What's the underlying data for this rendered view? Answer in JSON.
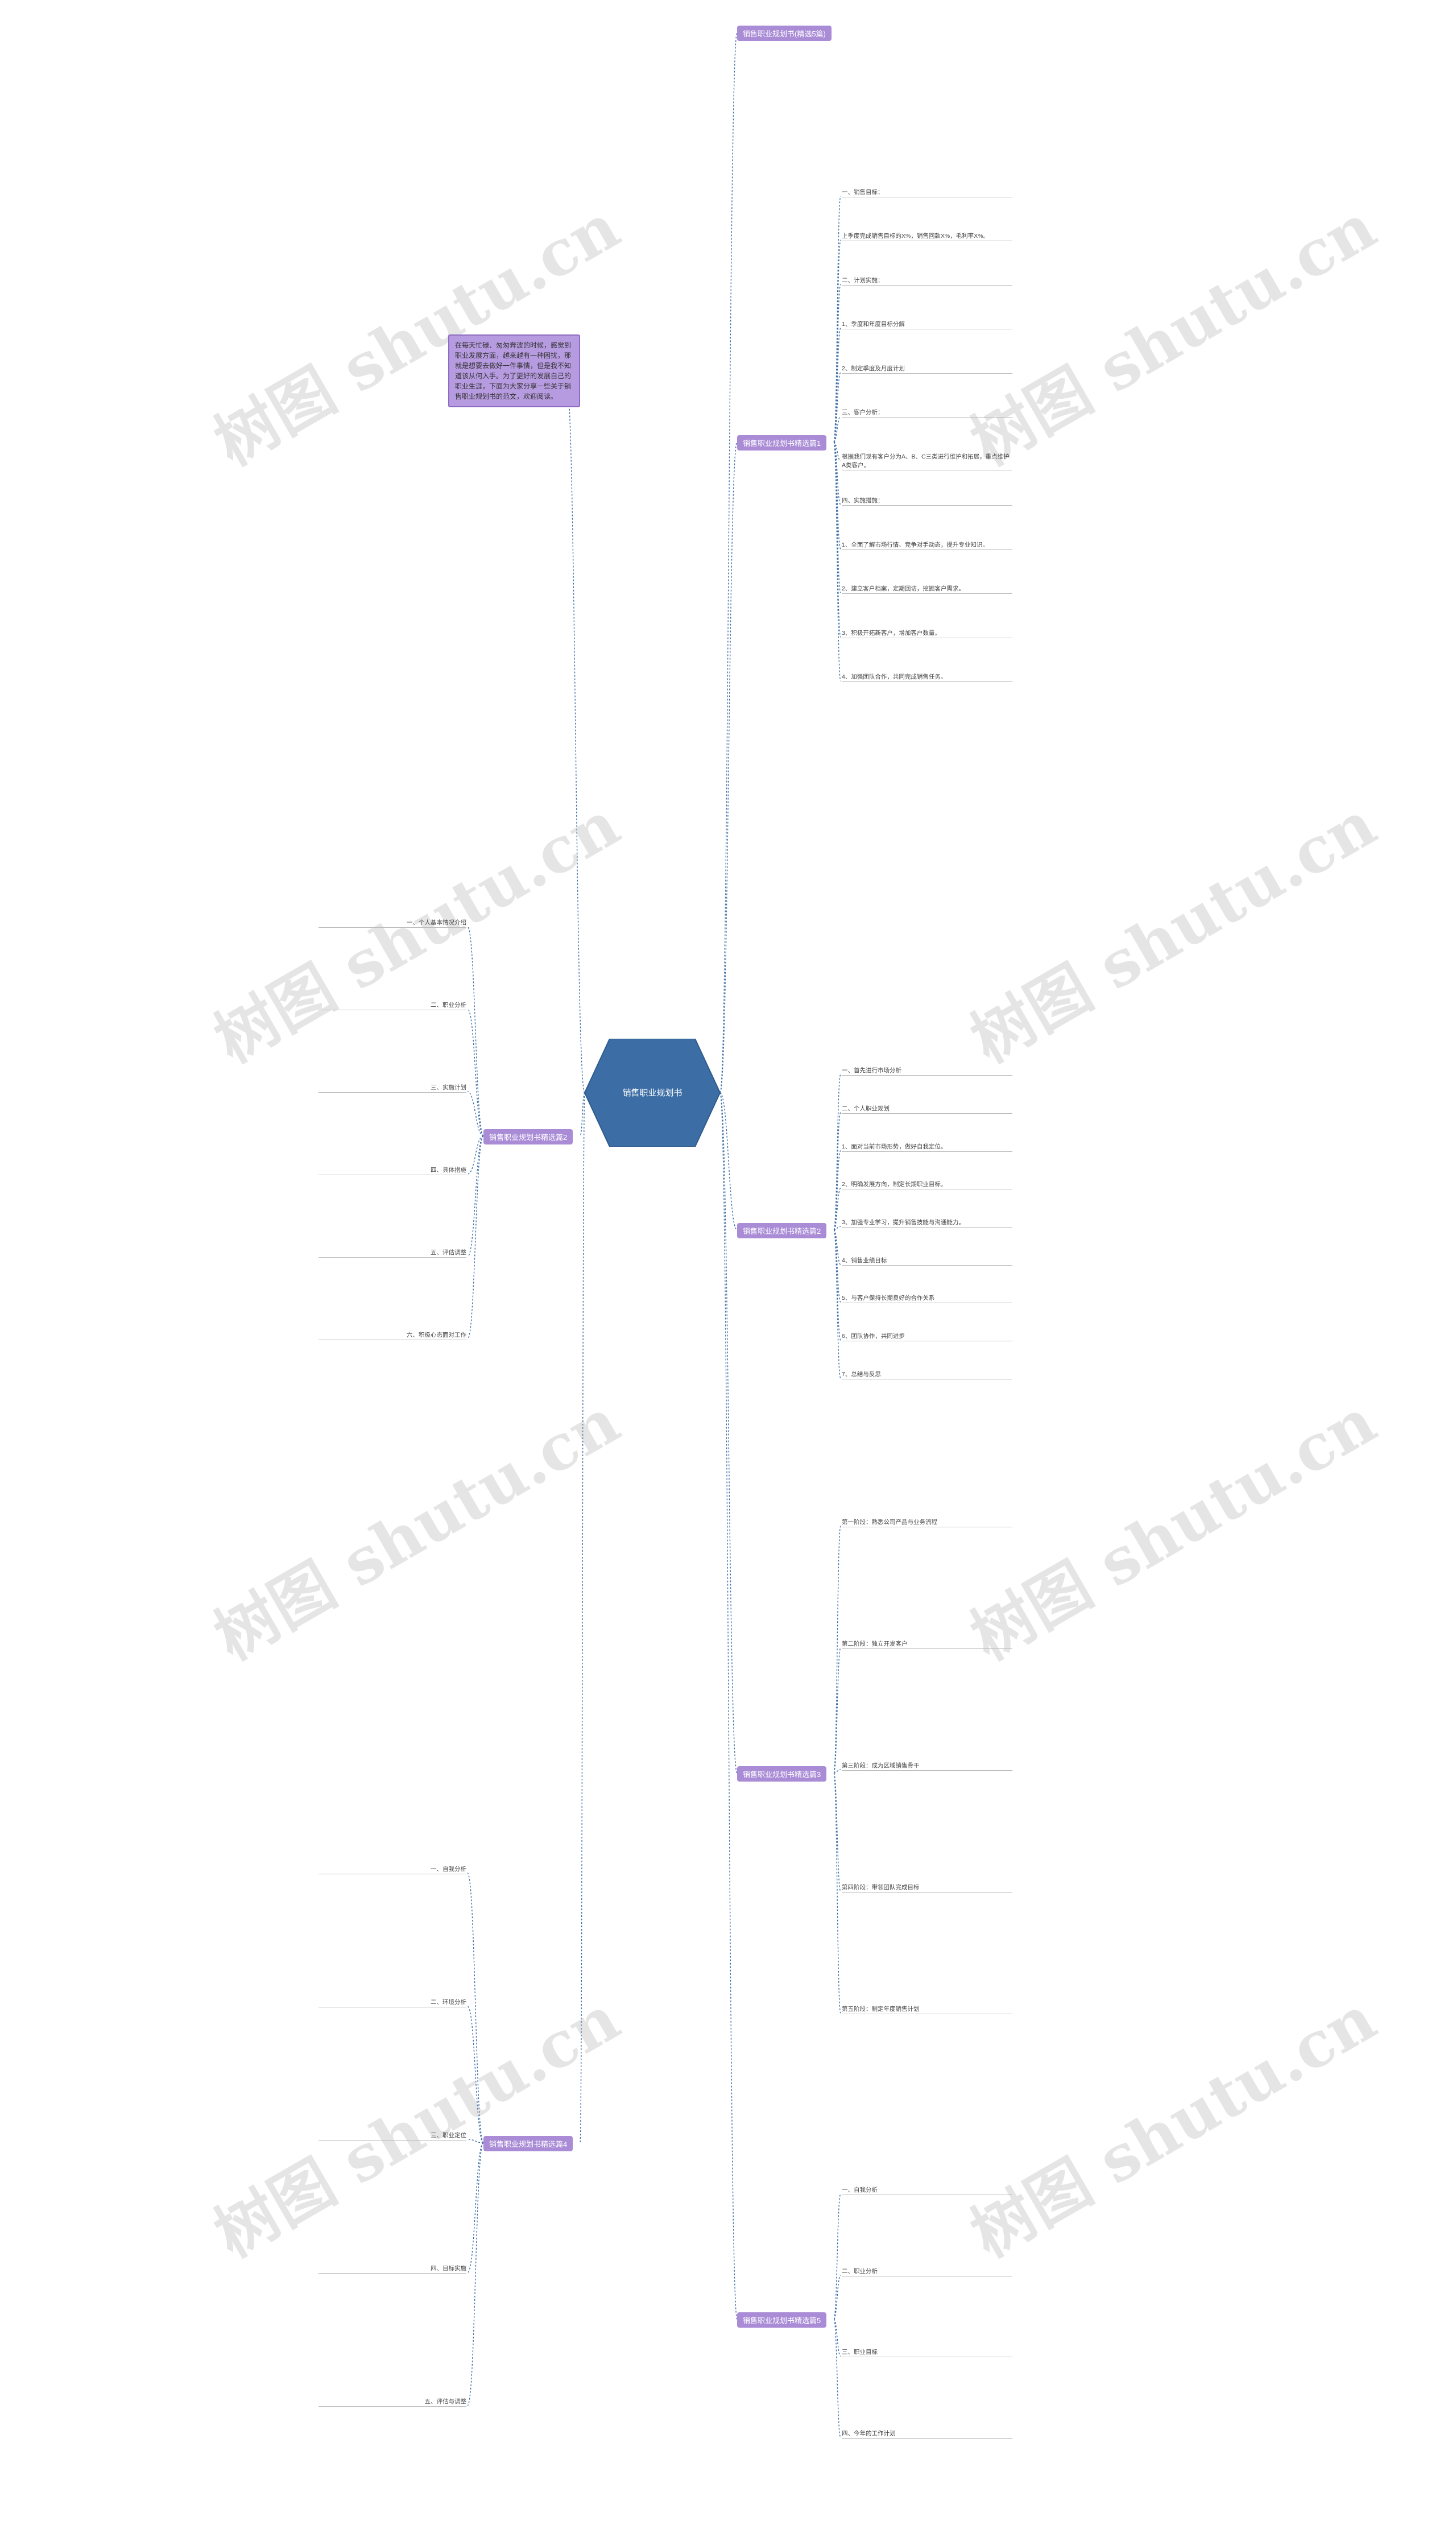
{
  "root": {
    "label": "销售职业规划书"
  },
  "summary": "在每天忙碌、匆匆奔波的时候，感觉到职业发展方面，越来越有一种困扰，那就是想要去做好一件事情，但是我不知道该从何入手。为了更好的发展自己的职业生涯，下面为大家分享一些关于销售职业规划书的范文，欢迎阅读。",
  "watermark": "树图 shutu.cn",
  "right_branches": [
    {
      "label": "销售职业规划书(精选5篇)"
    },
    {
      "label": "销售职业规划书精选篇1",
      "items": [
        "一、销售目标：",
        "上季度完成销售目标的X%，销售回款X%，毛利率X%。",
        "二、计划实施：",
        "1、季度和年度目标分解",
        "2、制定季度及月度计划",
        "三、客户分析：",
        "根据我们现有客户分为A、B、C三类进行维护和拓展，重点维护A类客户。",
        "四、实施措施：",
        "1、全面了解市场行情、竞争对手动态，提升专业知识。",
        "2、建立客户档案，定期回访，挖掘客户需求。",
        "3、积极开拓新客户，增加客户数量。",
        "4、加强团队合作，共同完成销售任务。"
      ]
    },
    {
      "label": "销售职业规划书精选篇2",
      "items": [
        "一、首先进行市场分析",
        "二、个人职业规划",
        "1、面对当前市场形势，做好自我定位。",
        "2、明确发展方向，制定长期职业目标。",
        "3、加强专业学习，提升销售技能与沟通能力。",
        "4、销售业绩目标",
        "5、与客户保持长期良好的合作关系",
        "6、团队协作，共同进步",
        "7、总结与反思"
      ]
    },
    {
      "label": "销售职业规划书精选篇3",
      "items": [
        "第一阶段：熟悉公司产品与业务流程",
        "第二阶段：独立开发客户",
        "第三阶段：成为区域销售骨干",
        "第四阶段：带领团队完成目标",
        "第五阶段：制定年度销售计划"
      ]
    },
    {
      "label": "销售职业规划书精选篇5",
      "items": [
        "一、自我分析",
        "二、职业分析",
        "三、职业目标",
        "四、今年的工作计划"
      ]
    }
  ],
  "left_branches": [
    {
      "label": "销售职业规划书精选篇2",
      "items": [
        "一、个人基本情况介绍",
        "二、职业分析",
        "三、实施计划",
        "四、具体措施",
        "五、评估调整",
        "六、积极心态面对工作"
      ]
    },
    {
      "label": "销售职业规划书精选篇4",
      "items": [
        "一、自我分析",
        "二、环境分析",
        "三、职业定位",
        "四、目标实施",
        "五、评估与调整"
      ]
    }
  ]
}
